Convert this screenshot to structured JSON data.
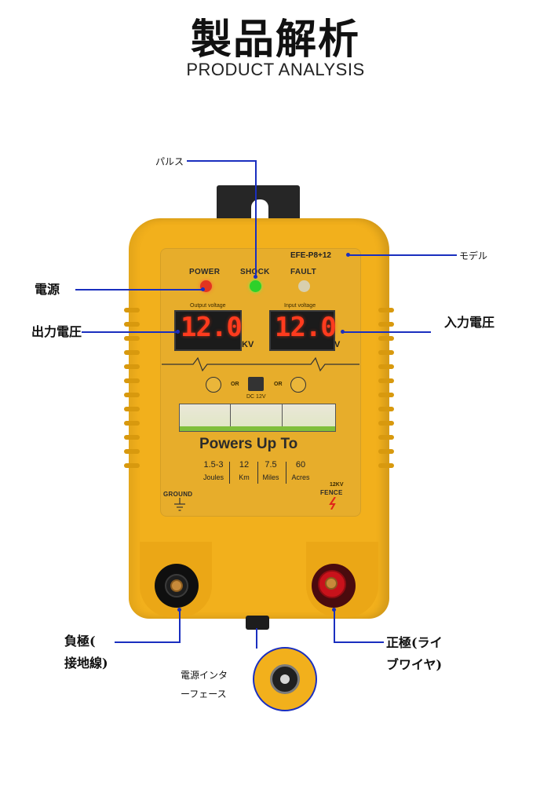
{
  "header": {
    "title_jp": "製品解析",
    "title_en": "PRODUCT ANALYSIS"
  },
  "callouts": {
    "pulse": "パルス",
    "model": "モデル",
    "power": "電源",
    "output_voltage": "出力電圧",
    "input_voltage": "入力電圧",
    "negative_line1": "負極(",
    "negative_line2": "接地線)",
    "positive_line1": "正極(ライ",
    "positive_line2": "ブワイヤ)",
    "power_interface_line1": "電源インタ",
    "power_interface_line2": "ーフェース"
  },
  "device": {
    "model_label": "EFE-P8+12",
    "indicators": [
      {
        "label": "POWER",
        "color": "#e2341f"
      },
      {
        "label": "SHOCK",
        "color": "#2ed12a"
      },
      {
        "label": "FAULT",
        "color": "#d8cfae"
      }
    ],
    "output": {
      "caption": "Output voltage",
      "value": "12.0",
      "unit": "KV"
    },
    "input": {
      "caption": "Input voltage",
      "value": "12.0",
      "unit": "V"
    },
    "source_or_1": "OR",
    "source_or_2": "OR",
    "dc_label": "DC 12V",
    "powers_up_to": "Powers Up To",
    "stats": [
      {
        "value": "1.5-3",
        "unit": "Joules"
      },
      {
        "value": "12",
        "unit": "Km"
      },
      {
        "value": "7.5",
        "unit": "Miles"
      },
      {
        "value": "60",
        "unit": "Acres"
      }
    ],
    "ground_label": "GROUND",
    "fence_kv": "12KV",
    "fence_label": "FENCE"
  },
  "colors": {
    "device_body": "#f2b01c",
    "callout_line": "#1a2fbf",
    "digits": "#ff3b1e"
  }
}
